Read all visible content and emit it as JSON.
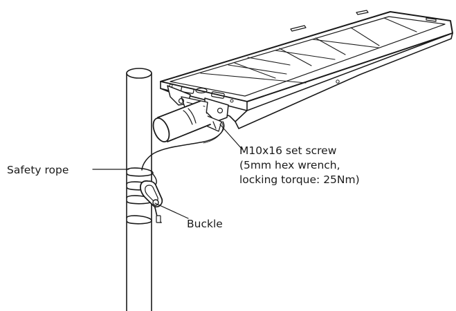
{
  "labels": {
    "safety_rope": "Safety rope",
    "buckle": "Buckle",
    "set_screw": [
      "M10x16 set screw",
      "(5mm hex wrench,",
      "locking torque: 25Nm)"
    ]
  }
}
